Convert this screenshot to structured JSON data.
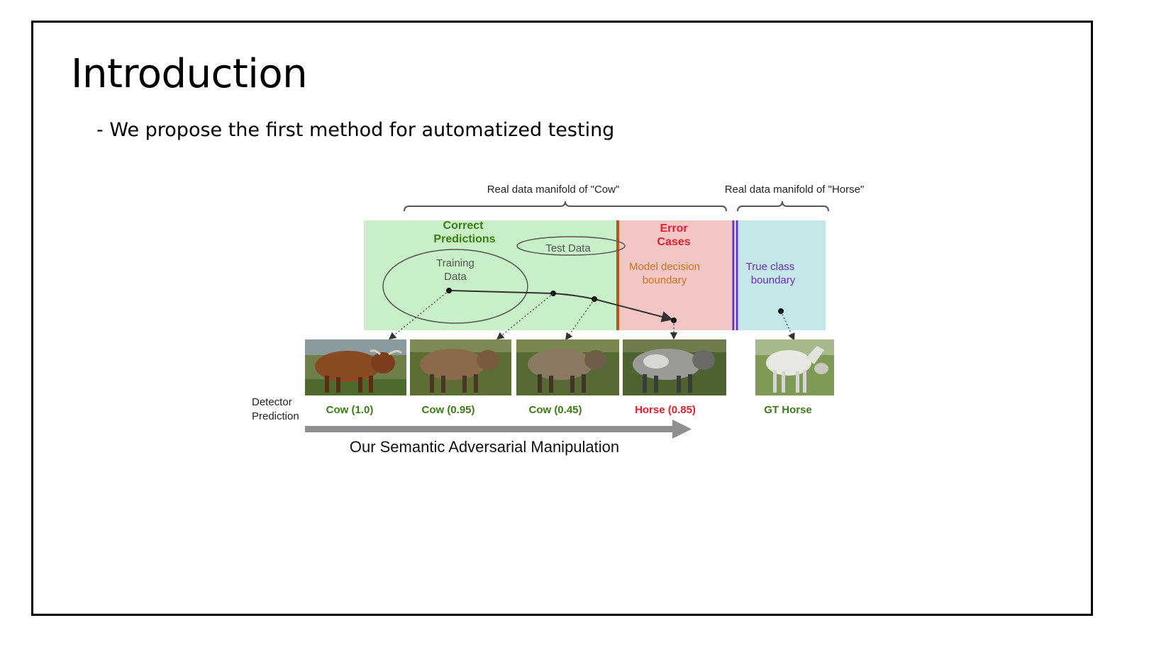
{
  "slide": {
    "title": "Introduction",
    "bullet": "- We propose the first method for automatized testing"
  },
  "diagram": {
    "brace_cow_label": "Real data manifold of \"Cow\"",
    "brace_horse_label": "Real data manifold of  \"Horse\"",
    "correct_label_line1": "Correct",
    "correct_label_line2": "Predictions",
    "error_label_line1": "Error",
    "error_label_line2": "Cases",
    "test_data_label": "Test Data",
    "training_label_line1": "Training",
    "training_label_line2": "Data",
    "model_boundary_line1": "Model decision",
    "model_boundary_line2": "boundary",
    "true_boundary_line1": "True class",
    "true_boundary_line2": "boundary",
    "detector_label_line1": "Detector",
    "detector_label_line2": "Prediction",
    "predictions": [
      {
        "label": "Cow (1.0)",
        "color": "#3a7d12"
      },
      {
        "label": "Cow (0.95)",
        "color": "#3a7d12"
      },
      {
        "label": "Cow (0.45)",
        "color": "#3a7d12"
      },
      {
        "label": "Horse (0.85)",
        "color": "#e0202e"
      },
      {
        "label": "GT Horse",
        "color": "#3a7d12"
      }
    ],
    "arrow_caption": "Our Semantic Adversarial Manipulation",
    "colors": {
      "correct_region": "#c8efc8",
      "error_region": "#f3c6c6",
      "horse_region": "#c4e8e8",
      "model_boundary": "#b5561a",
      "true_boundary": "#6a2fc6",
      "green_text": "#3a7d12",
      "red_text": "#e0202e",
      "orange_text": "#c8741e",
      "purple_text": "#6a2fc6"
    }
  }
}
